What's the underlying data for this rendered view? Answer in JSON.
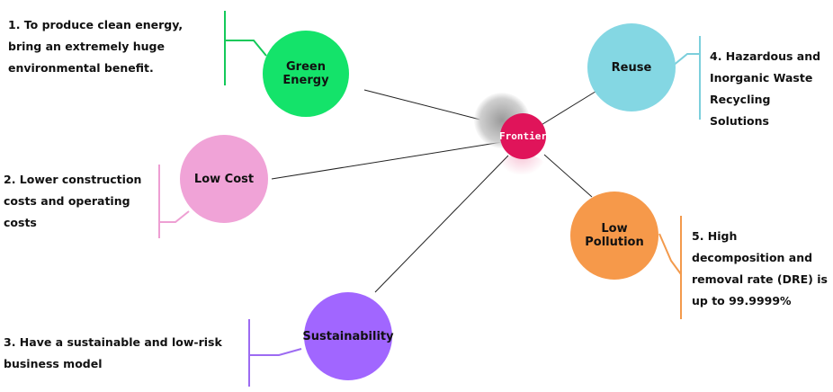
{
  "center": {
    "label": "Frontier",
    "color": "#e0145a"
  },
  "nodes": {
    "green": {
      "label": "Green Energy",
      "color": "#14e36a",
      "accent": "#14c95a",
      "desc": [
        "1. To produce clean energy,",
        "bring an extremely huge",
        "environmental benefit."
      ]
    },
    "reuse": {
      "label": "Reuse",
      "color": "#84d7e3",
      "accent": "#7ccfdc",
      "desc": [
        "4. Hazardous and",
        "Inorganic Waste",
        "Recycling Solutions"
      ]
    },
    "cost": {
      "label": "Low Cost",
      "color": "#f0a3d7",
      "accent": "#ee9fd3",
      "desc": [
        "2. Lower construction",
        "costs and operating",
        "costs"
      ]
    },
    "pollution": {
      "label": "Low Pollution",
      "color": "#f6994a",
      "accent": "#f39a4c",
      "desc": [
        "5. High",
        "decomposition and",
        "removal rate (DRE) is",
        "up to 99.9999%"
      ]
    },
    "sustain": {
      "label": "Sustainability",
      "color": "#a166ff",
      "accent": "#9d6bf2",
      "desc": [
        "3. Have a sustainable and low-risk",
        "business model"
      ]
    }
  }
}
